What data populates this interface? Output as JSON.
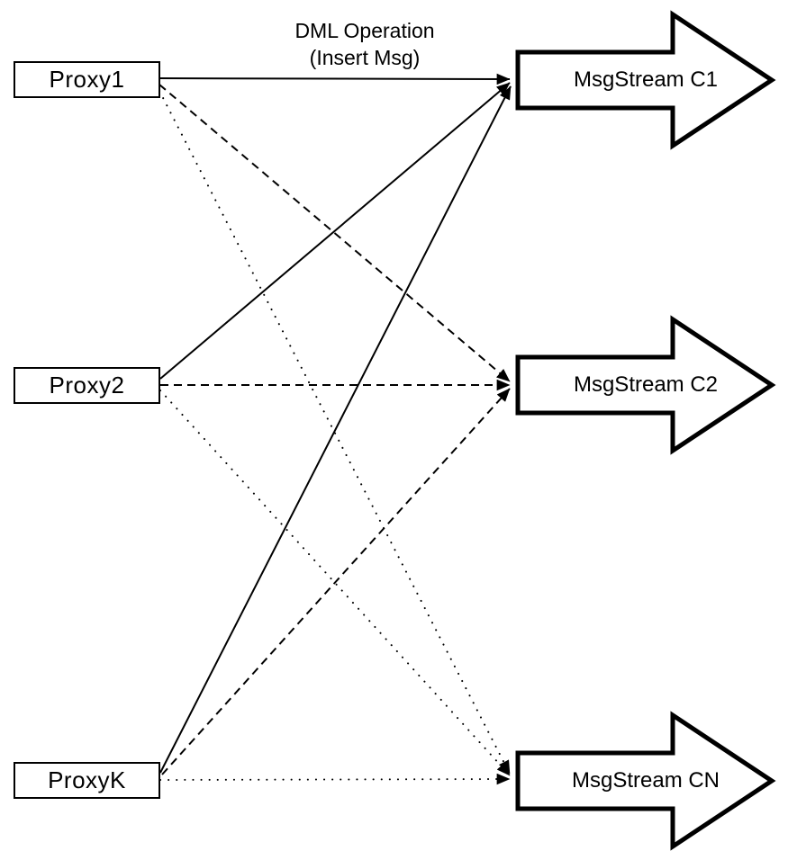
{
  "title": {
    "line1": "DML Operation",
    "line2": "(Insert Msg)"
  },
  "nodes": {
    "proxies": [
      {
        "label": "Proxy1"
      },
      {
        "label": "Proxy2"
      },
      {
        "label": "ProxyK"
      }
    ],
    "streams": [
      {
        "label": "MsgStream C1"
      },
      {
        "label": "MsgStream C2"
      },
      {
        "label": "MsgStream CN"
      }
    ]
  },
  "edges": [
    {
      "from": "Proxy1",
      "to": "MsgStream C1",
      "style": "solid"
    },
    {
      "from": "Proxy2",
      "to": "MsgStream C1",
      "style": "solid"
    },
    {
      "from": "ProxyK",
      "to": "MsgStream C1",
      "style": "solid"
    },
    {
      "from": "Proxy1",
      "to": "MsgStream C2",
      "style": "dashed"
    },
    {
      "from": "Proxy2",
      "to": "MsgStream C2",
      "style": "dashed"
    },
    {
      "from": "ProxyK",
      "to": "MsgStream C2",
      "style": "dashed"
    },
    {
      "from": "Proxy1",
      "to": "MsgStream CN",
      "style": "dotted"
    },
    {
      "from": "Proxy2",
      "to": "MsgStream CN",
      "style": "dotted"
    },
    {
      "from": "ProxyK",
      "to": "MsgStream CN",
      "style": "dotted"
    }
  ],
  "colors": {
    "background": "#ffffff",
    "stroke": "#000000",
    "shape_fill": "#ffffff"
  }
}
